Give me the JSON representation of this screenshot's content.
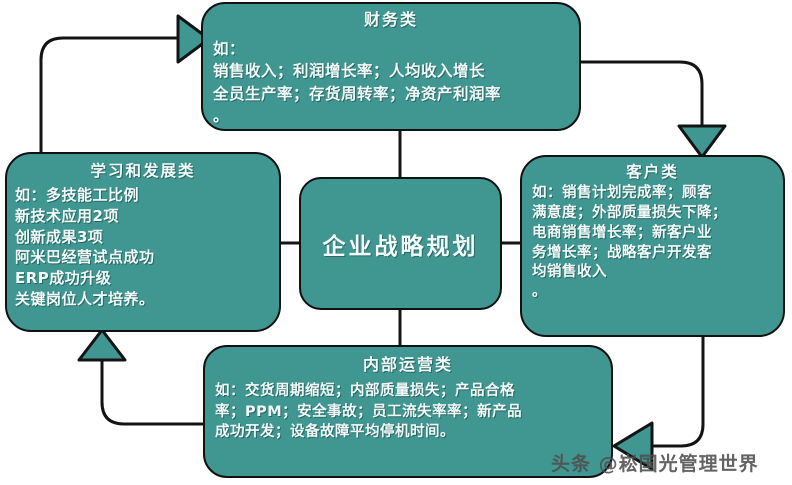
{
  "diagram": {
    "accent_color": "#409791",
    "outline_color": "#111111",
    "text_color": "#f2fbfa",
    "background_color": "#ffffff",
    "center": {
      "label": "企业战略规划"
    },
    "boxes": [
      {
        "id": "financial",
        "title": "财务类",
        "body": "如：\n销售收入；利润增长率；人均收入增长\n全员生产率；存货周转率；净资产利润率\n。"
      },
      {
        "id": "learning",
        "title": "学习和发展类",
        "body": "如：多技能工比例\n新技术应用2项\n创新成果3项\n阿米巴经营试点成功\nERP成功升级\n关键岗位人才培养。"
      },
      {
        "id": "customer",
        "title": "客户类",
        "body": "如：销售计划完成率；顾客\n满意度；外部质量损失下降；\n电商销售增长率；新客户业\n务增长率；战略客户开发客\n均销售收入\n。"
      },
      {
        "id": "operations",
        "title": "内部运营类",
        "body": "如：交货周期缩短；内部质量损失；产品合格\n率；PPM；安全事故；员工流失率率；新产品\n成功开发；设备故障平均停机时间。"
      }
    ],
    "connectors": [
      {
        "id": "learning-to-financial",
        "from": "learning",
        "to": "financial",
        "direction": "right"
      },
      {
        "id": "financial-to-customer",
        "from": "financial",
        "to": "customer",
        "direction": "down"
      },
      {
        "id": "customer-to-operations",
        "from": "customer",
        "to": "operations",
        "direction": "left"
      },
      {
        "id": "operations-to-learning",
        "from": "operations",
        "to": "learning",
        "direction": "up"
      },
      {
        "id": "center-to-financial",
        "from": "center",
        "to": "financial",
        "direction": "up"
      },
      {
        "id": "center-to-learning",
        "from": "center",
        "to": "learning",
        "direction": "left"
      },
      {
        "id": "center-to-customer",
        "from": "center",
        "to": "customer",
        "direction": "right"
      },
      {
        "id": "center-to-operations",
        "from": "center",
        "to": "operations",
        "direction": "down"
      }
    ]
  },
  "watermark": {
    "text": "头条 @崧国光管理世界"
  }
}
